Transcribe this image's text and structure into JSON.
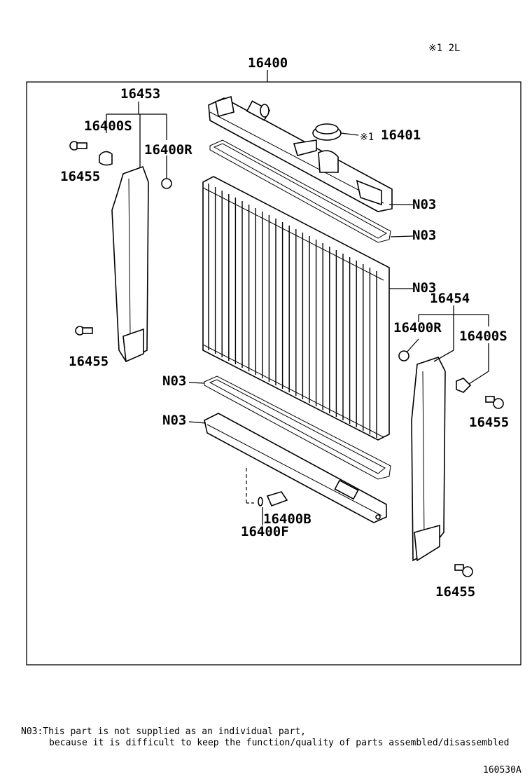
{
  "labels": {
    "note_mark": "※1 2L",
    "assembly": "16400",
    "bracket_left": "16453",
    "cushion_s_left": "16400S",
    "cushion_r_left": "16400R",
    "bolt_left_top": "16455",
    "bolt_left_bottom": "16455",
    "cap_mark": "※1",
    "cap": "16401",
    "n03_upper_tank": "N03",
    "n03_upper_gasket": "N03",
    "n03_core": "N03",
    "bracket_right": "16454",
    "cushion_r_right": "16400R",
    "cushion_s_right": "16400S",
    "bolt_right_top": "16455",
    "bolt_right_bottom": "16455",
    "n03_lower_gasket": "N03",
    "n03_lower_tank": "N03",
    "drain_plug": "16400B",
    "drain_oring": "16400F"
  },
  "footnote": {
    "line1": "N03:This part is not supplied as an individual part,",
    "line2": "because it is difficult to keep the function/quality of parts assembled/disassembled"
  },
  "figure_id": "160530A"
}
